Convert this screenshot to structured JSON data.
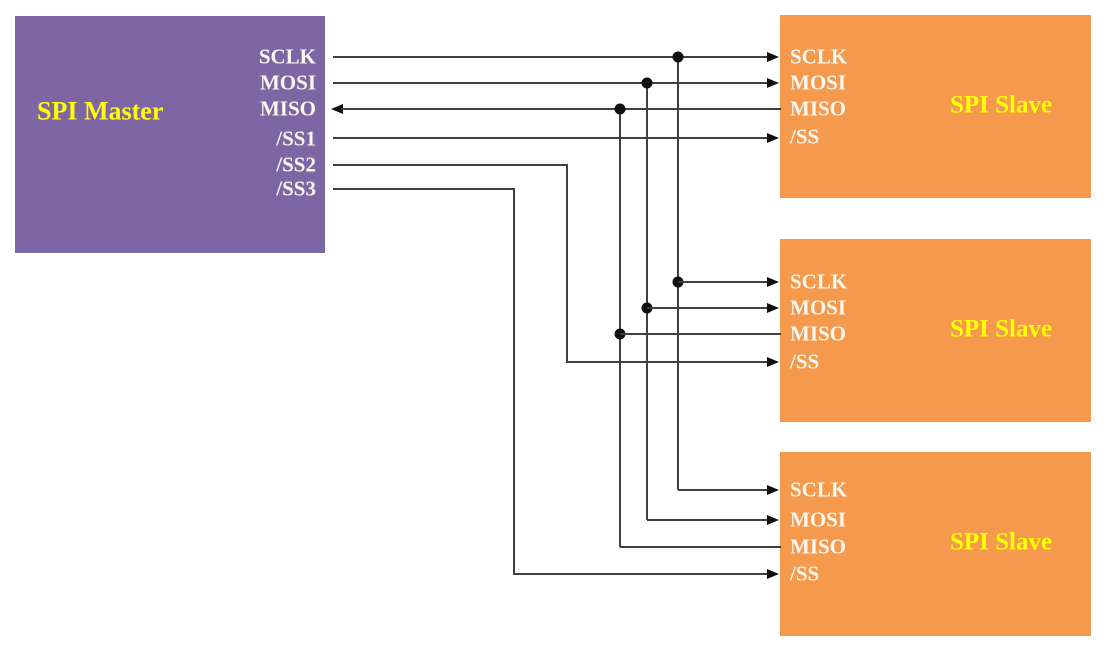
{
  "diagram": {
    "type": "SPI bus wiring diagram",
    "colors": {
      "master_fill": "#7E66A5",
      "slave_fill": "#F5994D",
      "title_text": "#FFFF00",
      "pin_text": "#FCF8F1",
      "wire": "#404040",
      "background": "#FFFFFF"
    },
    "master": {
      "label": "SPI Master",
      "pins": [
        "SCLK",
        "MOSI",
        "MISO",
        "/SS1",
        "/SS2",
        "/SS3"
      ]
    },
    "slaves": [
      {
        "label": "SPI Slave",
        "pins": [
          "SCLK",
          "MOSI",
          "MISO",
          "/SS"
        ]
      },
      {
        "label": "SPI Slave",
        "pins": [
          "SCLK",
          "MOSI",
          "MISO",
          "/SS"
        ]
      },
      {
        "label": "SPI Slave",
        "pins": [
          "SCLK",
          "MOSI",
          "MISO",
          "/SS"
        ]
      }
    ]
  }
}
